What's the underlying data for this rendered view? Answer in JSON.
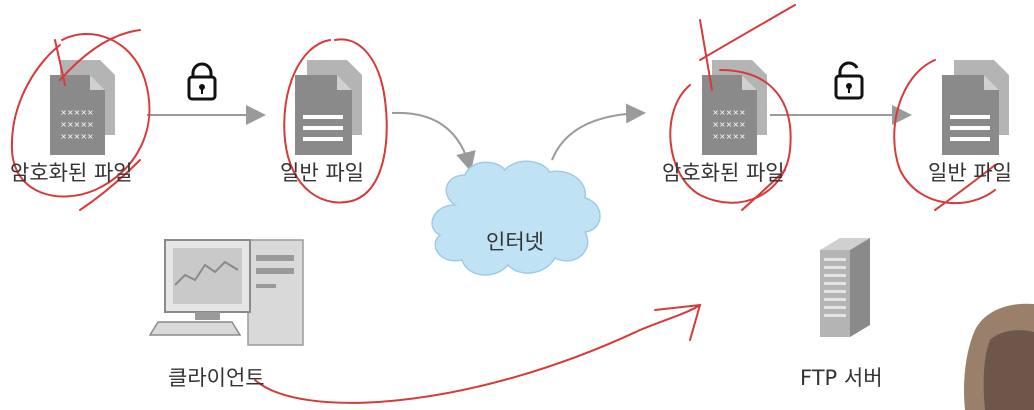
{
  "diagram": {
    "labels": {
      "encrypted_file_left": "암호화된 파일",
      "plain_file_left": "일반 파일",
      "internet": "인터넷",
      "client": "클라이언트",
      "encrypted_file_right": "암호화된 파일",
      "plain_file_right": "일반 파일",
      "ftp_server": "FTP 서버"
    },
    "encrypted_doc_rows": [
      "×××××",
      "×××××",
      "×××××"
    ],
    "icons": {
      "left_lock": "locked-padlock-icon",
      "right_lock": "unlocked-padlock-icon"
    },
    "colors": {
      "document_gray": "#8a8a8a",
      "document_back": "#b4b4b4",
      "arrow_gray": "#9a9a9a",
      "cloud_fill": "#bfe3f5",
      "annotation_red": "#d63a3a"
    }
  }
}
